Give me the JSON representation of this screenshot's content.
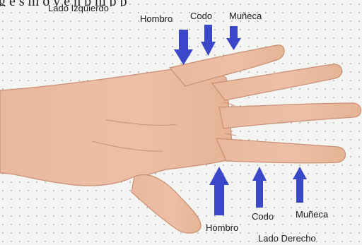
{
  "labels": {
    "left_side": "Lado Izquierdo",
    "right_side": "Lado Derecho",
    "top_shoulder": "Hombro",
    "top_elbow": "Codo",
    "top_wrist": "Muñeca",
    "bottom_shoulder": "Hombro",
    "bottom_elbow": "Codo",
    "bottom_wrist": "Muñeca"
  },
  "colors": {
    "arrow": "#3a47c8",
    "skin": "#e8b69b",
    "background": "#f4f4f2",
    "grid_dot": "#9a9a9a"
  }
}
